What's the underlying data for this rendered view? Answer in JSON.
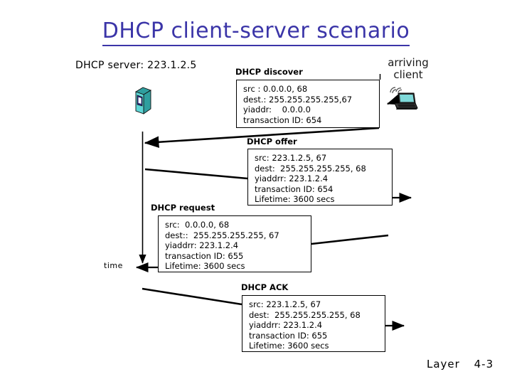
{
  "slide": {
    "title": "DHCP client-server scenario",
    "footer_label": "Layer",
    "footer_number": "4-3",
    "accent_color": "#3b35a8",
    "background": "#ffffff"
  },
  "endpoints": {
    "server": {
      "label": "DHCP server: 223.1.2.5",
      "icon": "server-tower-icon",
      "icon_colors": {
        "front": "#5ed6d6",
        "side": "#2f9f9f",
        "panel": "#2b2b7a"
      }
    },
    "client": {
      "label_line1": "arriving",
      "label_line2": "client",
      "icon": "wireless-laptop-icon",
      "icon_colors": {
        "screen": "#7fd9d9",
        "body": "#2a2a2a"
      }
    }
  },
  "timeline": {
    "label": "time",
    "direction": "downward"
  },
  "messages": [
    {
      "id": "discover",
      "title": "DHCP discover",
      "direction": "client-to-server",
      "lines": [
        "src : 0.0.0.0, 68",
        "dest.: 255.255.255.255,67",
        "yiaddr:    0.0.0.0",
        "transaction ID: 654"
      ]
    },
    {
      "id": "offer",
      "title": "DHCP offer",
      "direction": "server-to-client",
      "lines": [
        "src: 223.1.2.5, 67",
        "dest:  255.255.255.255, 68",
        "yiaddrr: 223.1.2.4",
        "transaction ID: 654",
        "Lifetime: 3600 secs"
      ]
    },
    {
      "id": "request",
      "title": "DHCP request",
      "direction": "client-to-server",
      "lines": [
        "src:  0.0.0.0, 68",
        "dest::  255.255.255.255, 67",
        "yiaddrr: 223.1.2.4",
        "transaction ID: 655",
        "Lifetime: 3600 secs"
      ]
    },
    {
      "id": "ack",
      "title": "DHCP ACK",
      "direction": "server-to-client",
      "lines": [
        "src: 223.1.2.5, 67",
        "dest:  255.255.255.255, 68",
        "yiaddrr: 223.1.2.4",
        "transaction ID: 655",
        "Lifetime: 3600 secs"
      ]
    }
  ]
}
